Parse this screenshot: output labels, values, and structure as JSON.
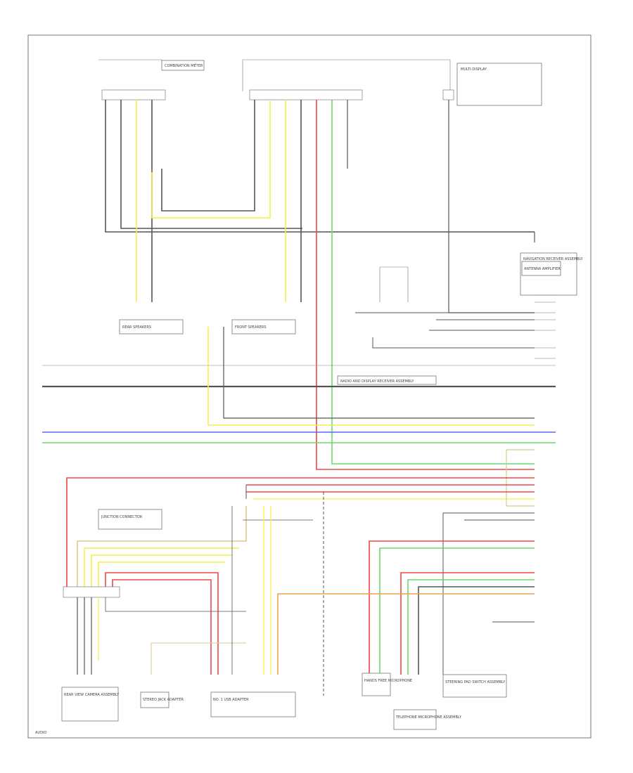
{
  "colors": {
    "gray": "#555555",
    "yellow": "#f4f04a",
    "red": "#f04848",
    "green": "#6ad86a",
    "blue": "#5a6af0",
    "orange": "#f2a050",
    "tan": "#d8c890",
    "dark": "#444444",
    "frame": "#777777"
  },
  "blocks": {
    "combination_meter": "COMBINATION METER",
    "multi_display": "MULTI-DISPLAY",
    "navigation": "NAVIGATION RECEIVER ASSEMBLY",
    "antenna": "ANTENNA AMPLIFIER",
    "steering_switch": "STEERING PAD SWITCH ASSEMBLY",
    "telephone_mic": "TELEPHONE MICROPHONE ASSEMBLY",
    "rear_speakers": "REAR SPEAKERS",
    "front_speakers": "FRONT SPEAKERS",
    "radio_tuner": "RADIO AND DISPLAY RECEIVER ASSEMBLY",
    "junction": "JUNCTION CONNECTOR",
    "rear_view_camera": "REAR VIEW CAMERA ASSEMBLY",
    "stereo_jack": "STEREO JACK ADAPTER",
    "usb_adapter": "NO. 1 USB ADAPTER",
    "hands_free": "HANDS FREE MICROPHONE"
  },
  "footer": "AUDIO"
}
